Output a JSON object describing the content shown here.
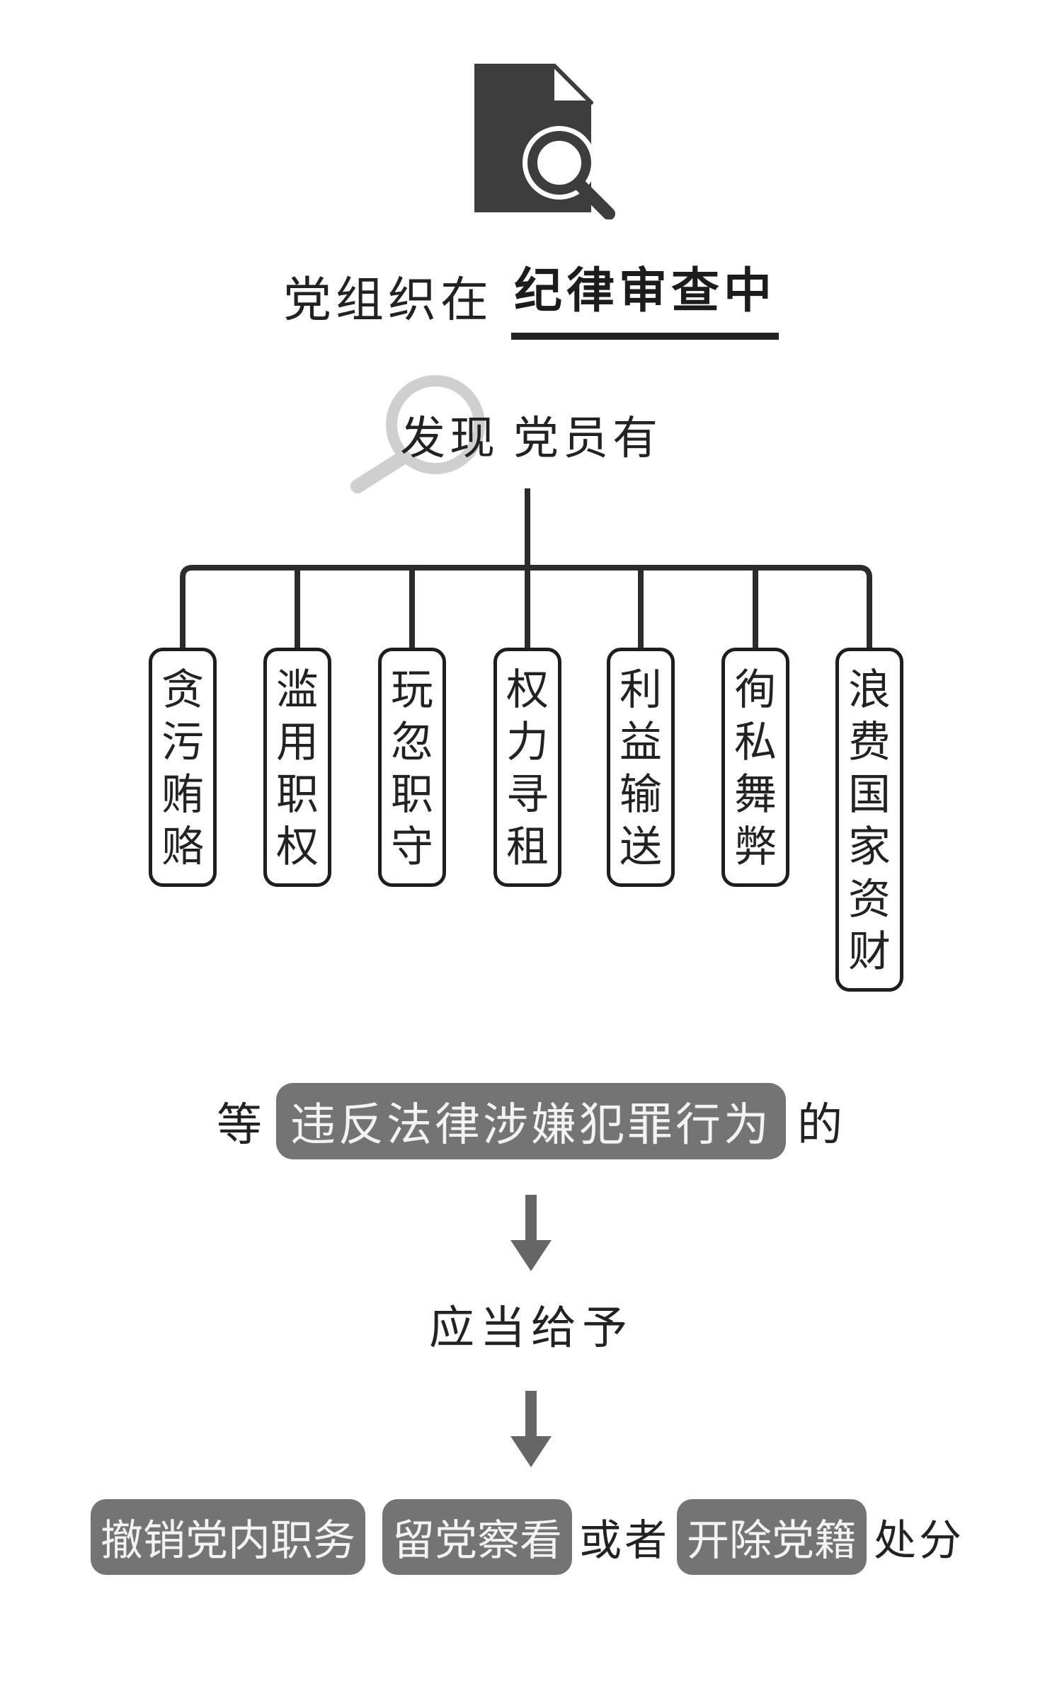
{
  "header": {
    "icon": "document-search-icon",
    "title_prefix": "党组织在",
    "title_highlight": "纪律审查中"
  },
  "found": {
    "verb": "发现",
    "rest": "党员有"
  },
  "behaviors": [
    "贪污贿赂",
    "滥用职权",
    "玩忽职守",
    "权力寻租",
    "利益输送",
    "徇私舞弊",
    "浪费国家资财"
  ],
  "sentence": {
    "prefix": "等",
    "highlight": "违反法律涉嫌犯罪行为",
    "suffix": "的"
  },
  "middle": "应当给予",
  "outcome": {
    "options": [
      "撤销党内职务",
      "留党察看"
    ],
    "or_word": "或者",
    "final_option": "开除党籍",
    "suffix": "处分"
  },
  "colors": {
    "dark": "#222222",
    "pill_bg": "#747474",
    "pill_text": "#f3f3f3",
    "magnifier": "#cfcfcf",
    "arrow": "#666666"
  }
}
